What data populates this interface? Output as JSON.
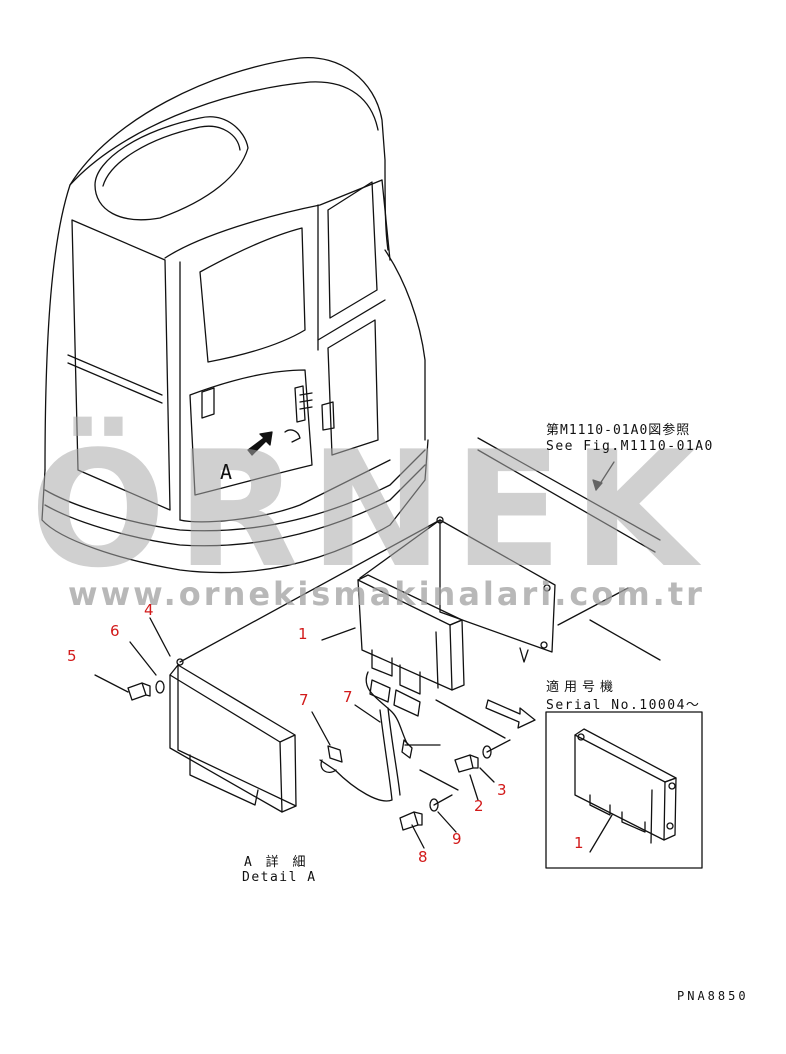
{
  "watermark": {
    "brand": "ÖRNEK",
    "url": "www.ornekismakinalari.com.tr",
    "color": "#a8a8a8"
  },
  "view_marker": "A",
  "reference_note": {
    "japanese": "第M1110-01A0図参照",
    "english": "See Fig.M1110-01A0"
  },
  "serial_note": {
    "japanese": "適用号機",
    "english": "Serial No.10004～"
  },
  "detail_caption": {
    "japanese": "A 詳 細",
    "english": "Detail A"
  },
  "drawing_code": "PNA8850",
  "callouts": {
    "controller_main": "1",
    "controller_serial": "1",
    "washer_3": "3",
    "bolt_2": "2",
    "bracket_4": "4",
    "bolt_5": "5",
    "washer_6": "6",
    "clamp_7a": "7",
    "clamp_7b": "7",
    "bolt_8": "8",
    "washer_9": "9"
  },
  "callout_color": "#d21a1a",
  "line_color": "#111111"
}
